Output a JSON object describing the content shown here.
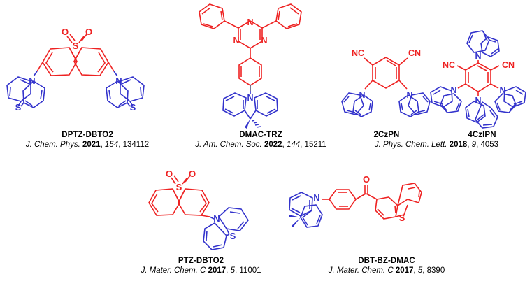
{
  "figure": {
    "background": "#ffffff",
    "colors": {
      "acceptor_red": "#ee2222",
      "donor_blue": "#3333cc",
      "text_black": "#000000"
    },
    "description": "Chemical structure figure of six thermally activated delayed fluorescence (TADF) emitter molecules with literature citations."
  },
  "molecules": [
    {
      "id": "dptz-dbto2",
      "name": "DPTZ-DBTO2",
      "citation": {
        "journal": "J. Chem. Phys.",
        "year": "2021",
        "volume": "154",
        "pages": "134112"
      },
      "acceptor": "dibenzothiophene-S,S-dioxide",
      "donor": "phenothiazine",
      "atom_labels": [
        "O",
        "O",
        "S",
        "N",
        "S",
        "N",
        "S"
      ]
    },
    {
      "id": "dmac-trz",
      "name": "DMAC-TRZ",
      "citation": {
        "journal": "J. Am. Chem. Soc.",
        "year": "2022",
        "volume": "144",
        "pages": "15211"
      },
      "acceptor": "diphenyltriazine",
      "donor": "9,9-dimethylacridan",
      "atom_labels": [
        "N",
        "N",
        "N",
        "N"
      ]
    },
    {
      "id": "2czpn",
      "name": "2CzPN",
      "citation": {
        "journal": "J. Phys. Chem. Lett.",
        "year": "2018",
        "volume": "9",
        "pages": "4053"
      },
      "acceptor": "phthalonitrile",
      "donor": "carbazole",
      "atom_labels": [
        "NC",
        "CN",
        "N",
        "N"
      ]
    },
    {
      "id": "4czipn",
      "name": "4CzIPN",
      "citation": {
        "journal": "J. Phys. Chem. Lett.",
        "year": "2018",
        "volume": "9",
        "pages": "4053"
      },
      "acceptor": "isophthalonitrile",
      "donor": "carbazole",
      "atom_labels": [
        "NC",
        "CN",
        "N",
        "N",
        "N",
        "N"
      ]
    },
    {
      "id": "ptz-dbto2",
      "name": "PTZ-DBTO2",
      "citation": {
        "journal": "J. Mater. Chem. C",
        "year": "2017",
        "volume": "5",
        "pages": "11001"
      },
      "acceptor": "dibenzothiophene-S,S-dioxide",
      "donor": "phenothiazine",
      "atom_labels": [
        "O",
        "O",
        "S",
        "N",
        "S"
      ]
    },
    {
      "id": "dbt-bz-dmac",
      "name": "DBT-BZ-DMAC",
      "citation": {
        "journal": "J. Mater. Chem. C",
        "year": "2017",
        "volume": "5",
        "pages": "8390"
      },
      "acceptor": "dibenzothiophene-benzophenone",
      "donor": "9,9-dimethylacridan",
      "atom_labels": [
        "N",
        "O",
        "S"
      ]
    }
  ],
  "shared_citations": {
    "czpn_pair": {
      "journal": "J. Phys. Chem. Lett.",
      "year": "2018",
      "volume": "9",
      "pages": "4053"
    }
  },
  "punctuation": {
    "comma": ",",
    "space": " "
  }
}
